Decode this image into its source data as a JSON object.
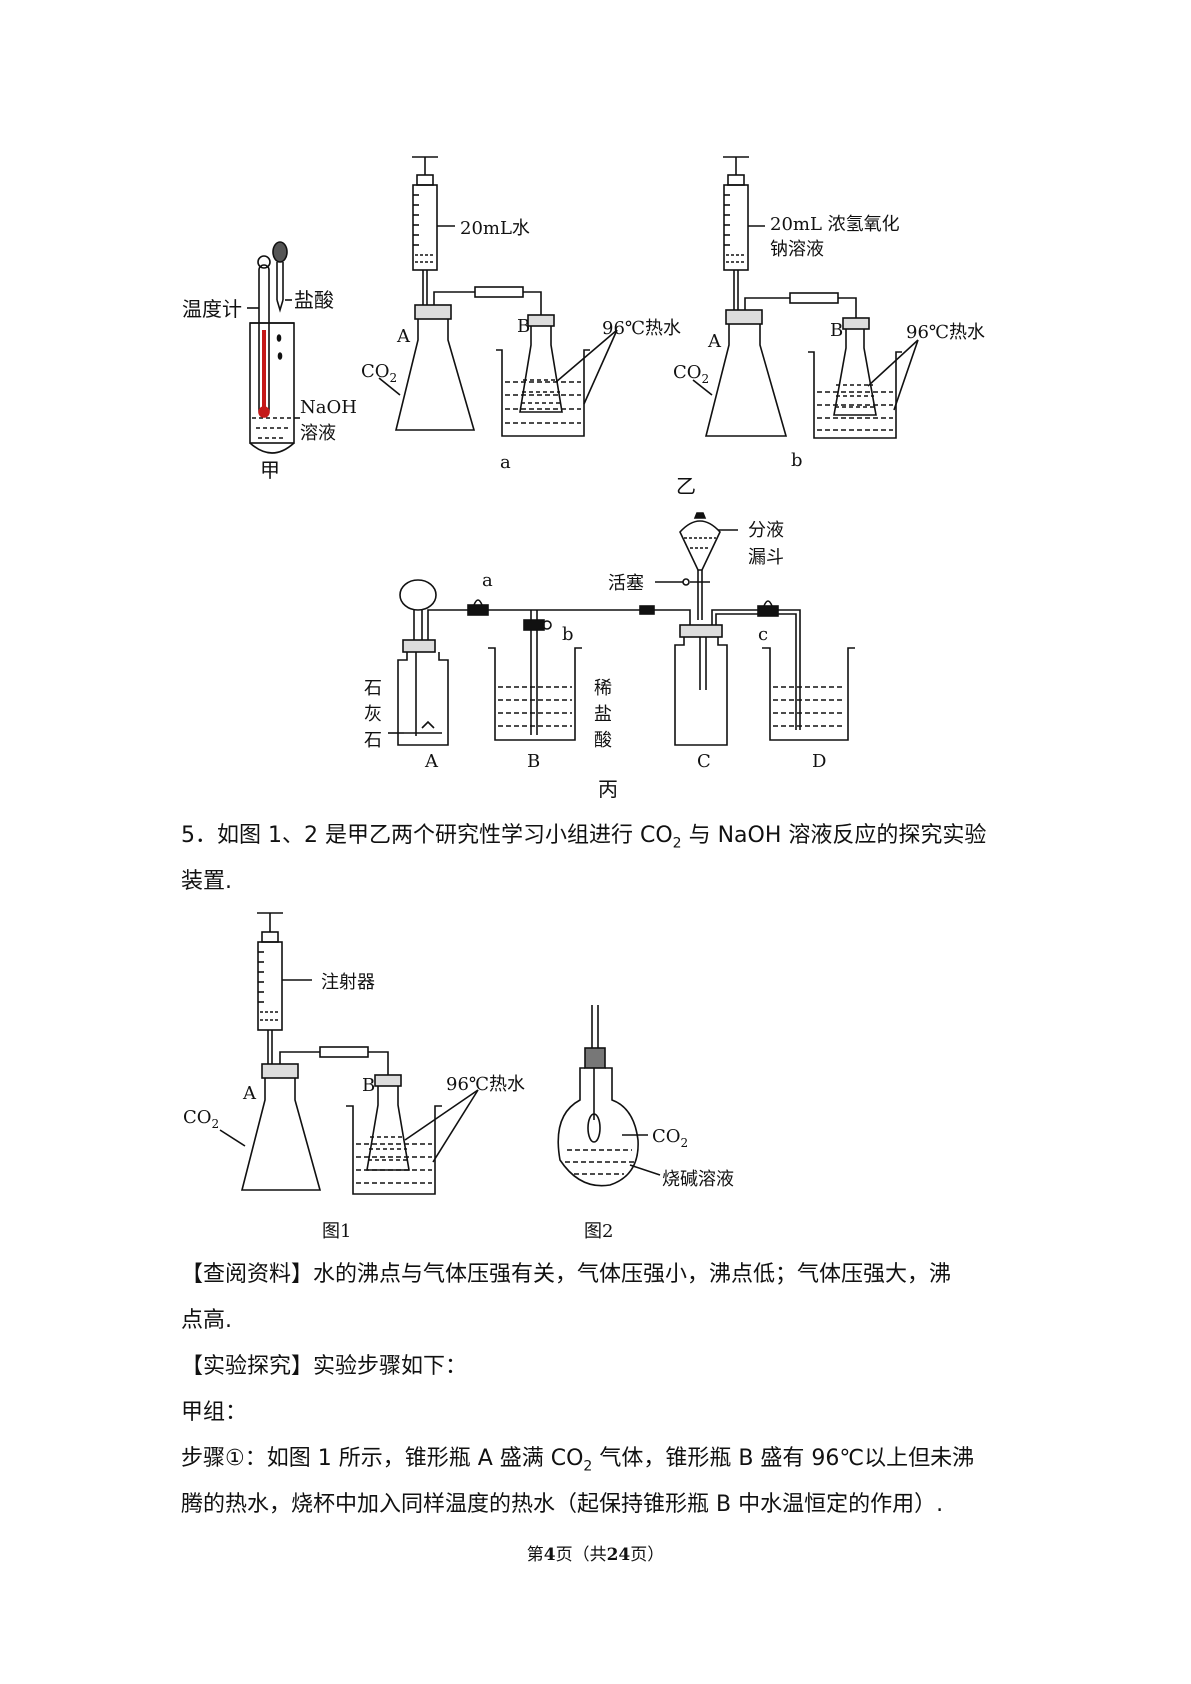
{
  "figure_jia": {
    "label_thermometer": "温度计",
    "label_hcl": "盐酸",
    "label_naoh_1": "NaOH",
    "label_naoh_2": "溶液",
    "caption": "甲"
  },
  "figure_yi": {
    "a": {
      "syringe_label": "20mL水",
      "flask_a": "A",
      "flask_b": "B",
      "gas": "CO",
      "gas_sub": "2",
      "hot_water": "96℃热水",
      "caption": "a"
    },
    "b": {
      "syringe_label_1": "20mL 浓氢氧化",
      "syringe_label_2": "钠溶液",
      "flask_a": "A",
      "flask_b": "B",
      "gas": "CO",
      "gas_sub": "2",
      "hot_water": "96℃热水",
      "caption": "b"
    },
    "caption": "乙"
  },
  "figure_bing": {
    "funnel_1": "分液",
    "funnel_2": "漏斗",
    "stopcock": "活塞",
    "clip_a": "a",
    "clip_b": "b",
    "clip_c": "c",
    "limestone": [
      "石",
      "灰",
      "石"
    ],
    "dilute_hcl": [
      "稀",
      "盐",
      "酸"
    ],
    "labels": [
      "A",
      "B",
      "C",
      "D"
    ],
    "caption": "丙"
  },
  "question": {
    "line1_prefix": "5．如图 1、2 是甲乙两个研究性学习小组进行 CO",
    "line1_sub": "2",
    "line1_suffix": " 与 NaOH 溶液反应的探究实验",
    "line2": "装置."
  },
  "figure_1": {
    "syringe": "注射器",
    "flask_a": "A",
    "flask_b": "B",
    "gas": "CO",
    "gas_sub": "2",
    "hot_water": "96℃热水",
    "caption": "图1"
  },
  "figure_2": {
    "gas": "CO",
    "gas_sub": "2",
    "solution": "烧碱溶液",
    "caption": "图2"
  },
  "text": {
    "ref_line1": "【查阅资料】水的沸点与气体压强有关，气体压强小，沸点低；气体压强大，沸",
    "ref_line2": "点高.",
    "explore": "【实验探究】实验步骤如下：",
    "group": "甲组：",
    "step_prefix": "步骤①：如图 1 所示，锥形瓶 A 盛满 CO",
    "step_sub": "2",
    "step_suffix": " 气体，锥形瓶 B 盛有 96℃以上但未沸",
    "step_line2": "腾的热水，烧杯中加入同样温度的热水（起保持锥形瓶 B 中水温恒定的作用）."
  },
  "footer": {
    "prefix": "第",
    "page": "4",
    "middle": "页（共",
    "total": "24",
    "suffix": "页）"
  }
}
